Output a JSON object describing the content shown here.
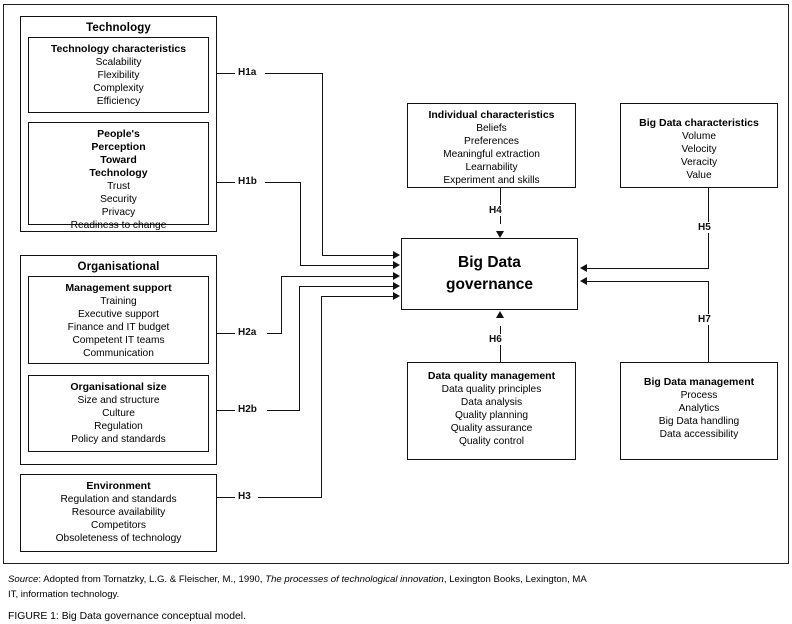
{
  "figure": {
    "source_prefix": "Source",
    "source_text": ": Adopted from Tornatzky, L.G. & Fleischer, M., 1990, ",
    "source_italic_title": "The processes of technological innovation",
    "source_suffix": ", Lexington Books, Lexington, MA",
    "abbrev_line": "IT, information technology.",
    "caption": "FIGURE 1: Big Data governance conceptual model."
  },
  "groups": {
    "technology": {
      "title": "Technology",
      "blocks": [
        {
          "title": "Technology characteristics",
          "items": [
            "Scalability",
            "Flexibility",
            "Complexity",
            "Efficiency"
          ]
        },
        {
          "title": "People's\nPerception\nToward\nTechnology",
          "items": [
            "Trust",
            "Security",
            "Privacy",
            "Readiness to change"
          ]
        }
      ]
    },
    "organisational": {
      "title": "Organisational",
      "blocks": [
        {
          "title": "Management support",
          "items": [
            "Training",
            "Executive support",
            "Finance and IT budget",
            "Competent IT teams",
            "Communication"
          ]
        },
        {
          "title": "Organisational size",
          "items": [
            "Size and structure",
            "Culture",
            "Regulation",
            "Policy and standards"
          ]
        }
      ]
    },
    "environment": {
      "title": "Environment",
      "items": [
        "Regulation and standards",
        "Resource availability",
        "Competitors",
        "Obsoleteness of technology"
      ]
    }
  },
  "boxes": {
    "individual_characteristics": {
      "title": "Individual characteristics",
      "items": [
        "Beliefs",
        "Preferences",
        "Meaningful extraction",
        "Learnability",
        "Experiment and skills"
      ]
    },
    "big_data_characteristics": {
      "title": "Big Data characteristics",
      "items": [
        "Volume",
        "Velocity",
        "Veracity",
        "Value"
      ]
    },
    "data_quality_management": {
      "title": "Data quality management",
      "items": [
        "Data quality principles",
        "Data analysis",
        "Quality planning",
        "Quality assurance",
        "Quality control"
      ]
    },
    "big_data_management": {
      "title": "Big Data management",
      "items": [
        "Process",
        "Analytics",
        "Big Data handling",
        "Data accessibility"
      ]
    },
    "core": {
      "label": "Big Data\ngovernance"
    }
  },
  "hypotheses": {
    "h1a": "H1a",
    "h1b": "H1b",
    "h2a": "H2a",
    "h2b": "H2b",
    "h3": "H3",
    "h4": "H4",
    "h5": "H5",
    "h6": "H6",
    "h7": "H7"
  },
  "colors": {
    "line": "#111111",
    "text": "#000000",
    "background": "#ffffff"
  }
}
